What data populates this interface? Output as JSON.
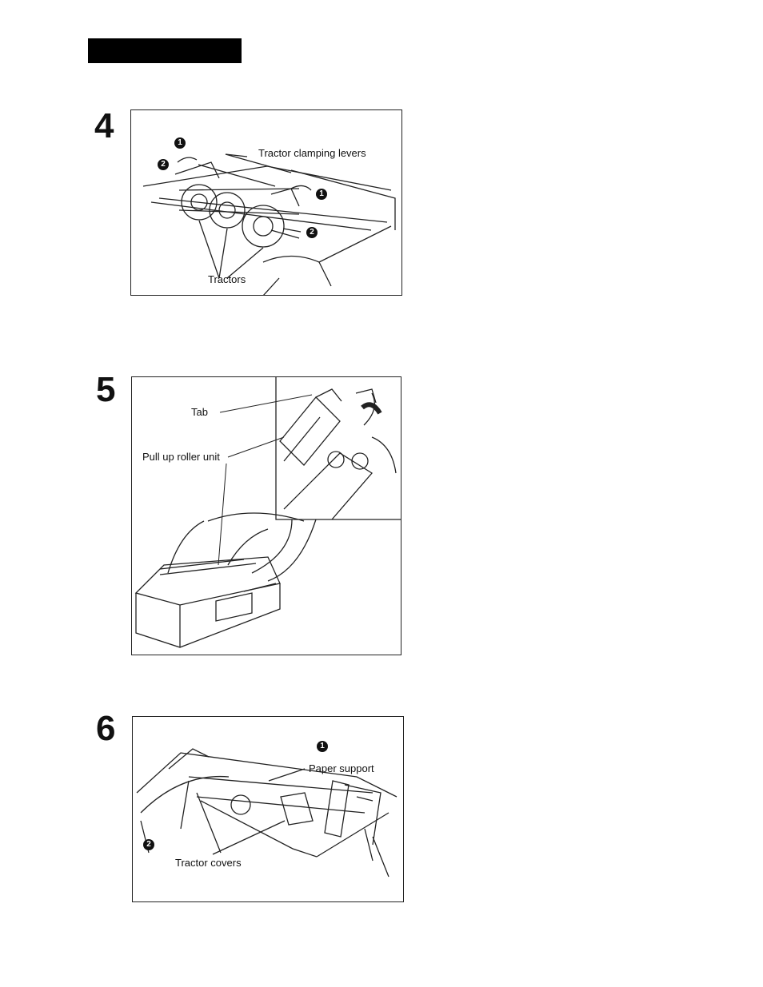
{
  "steps": [
    {
      "number": "4",
      "labels": {
        "levers": "Tractor clamping levers",
        "tractors": "Tractors"
      },
      "marks": [
        "1",
        "2",
        "1",
        "2"
      ]
    },
    {
      "number": "5",
      "labels": {
        "tab": "Tab",
        "roller": "Pull up roller unit"
      }
    },
    {
      "number": "6",
      "labels": {
        "paper_support": "Paper support",
        "covers": "Tractor covers"
      },
      "marks": [
        "1",
        "2"
      ]
    }
  ]
}
